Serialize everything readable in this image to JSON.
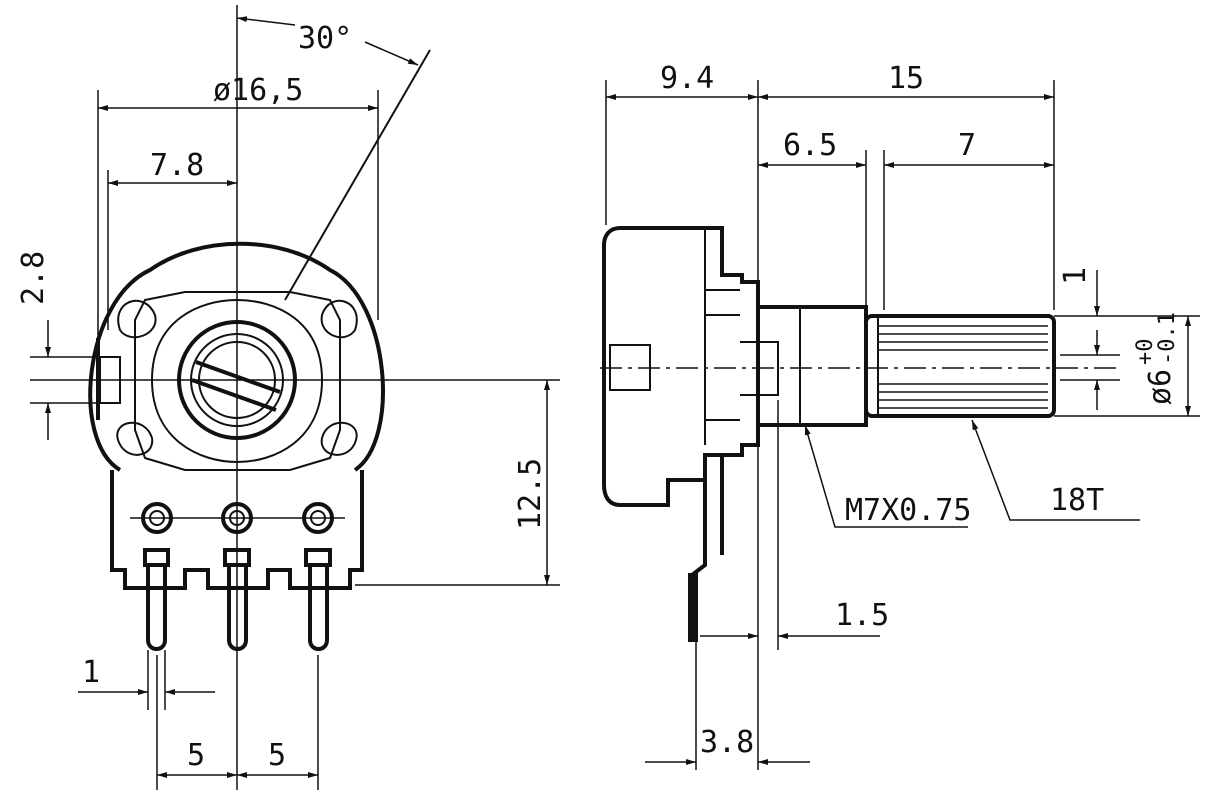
{
  "front_view": {
    "angle": "30°",
    "diameter": "ø16,5",
    "offset_center": "7.8",
    "lug_height": "2.8",
    "pin_height": "12.5",
    "pin_width": "1",
    "pin_pitch_left": "5",
    "pin_pitch_right": "5"
  },
  "side_view": {
    "body_depth": "9.4",
    "shaft_total": "15",
    "thread_length": "6.5",
    "knurl_length": "7",
    "shaft_end": "1",
    "shaft_diameter_base": "ø6",
    "shaft_tolerance_upper": "+0",
    "shaft_tolerance_lower": "-0.1",
    "thread_spec": "M7X0.75",
    "knurl_teeth": "18T",
    "bushing_offset": "1.5",
    "terminal_offset": "3.8"
  },
  "colors": {
    "line": "#111111",
    "background": "#ffffff"
  }
}
